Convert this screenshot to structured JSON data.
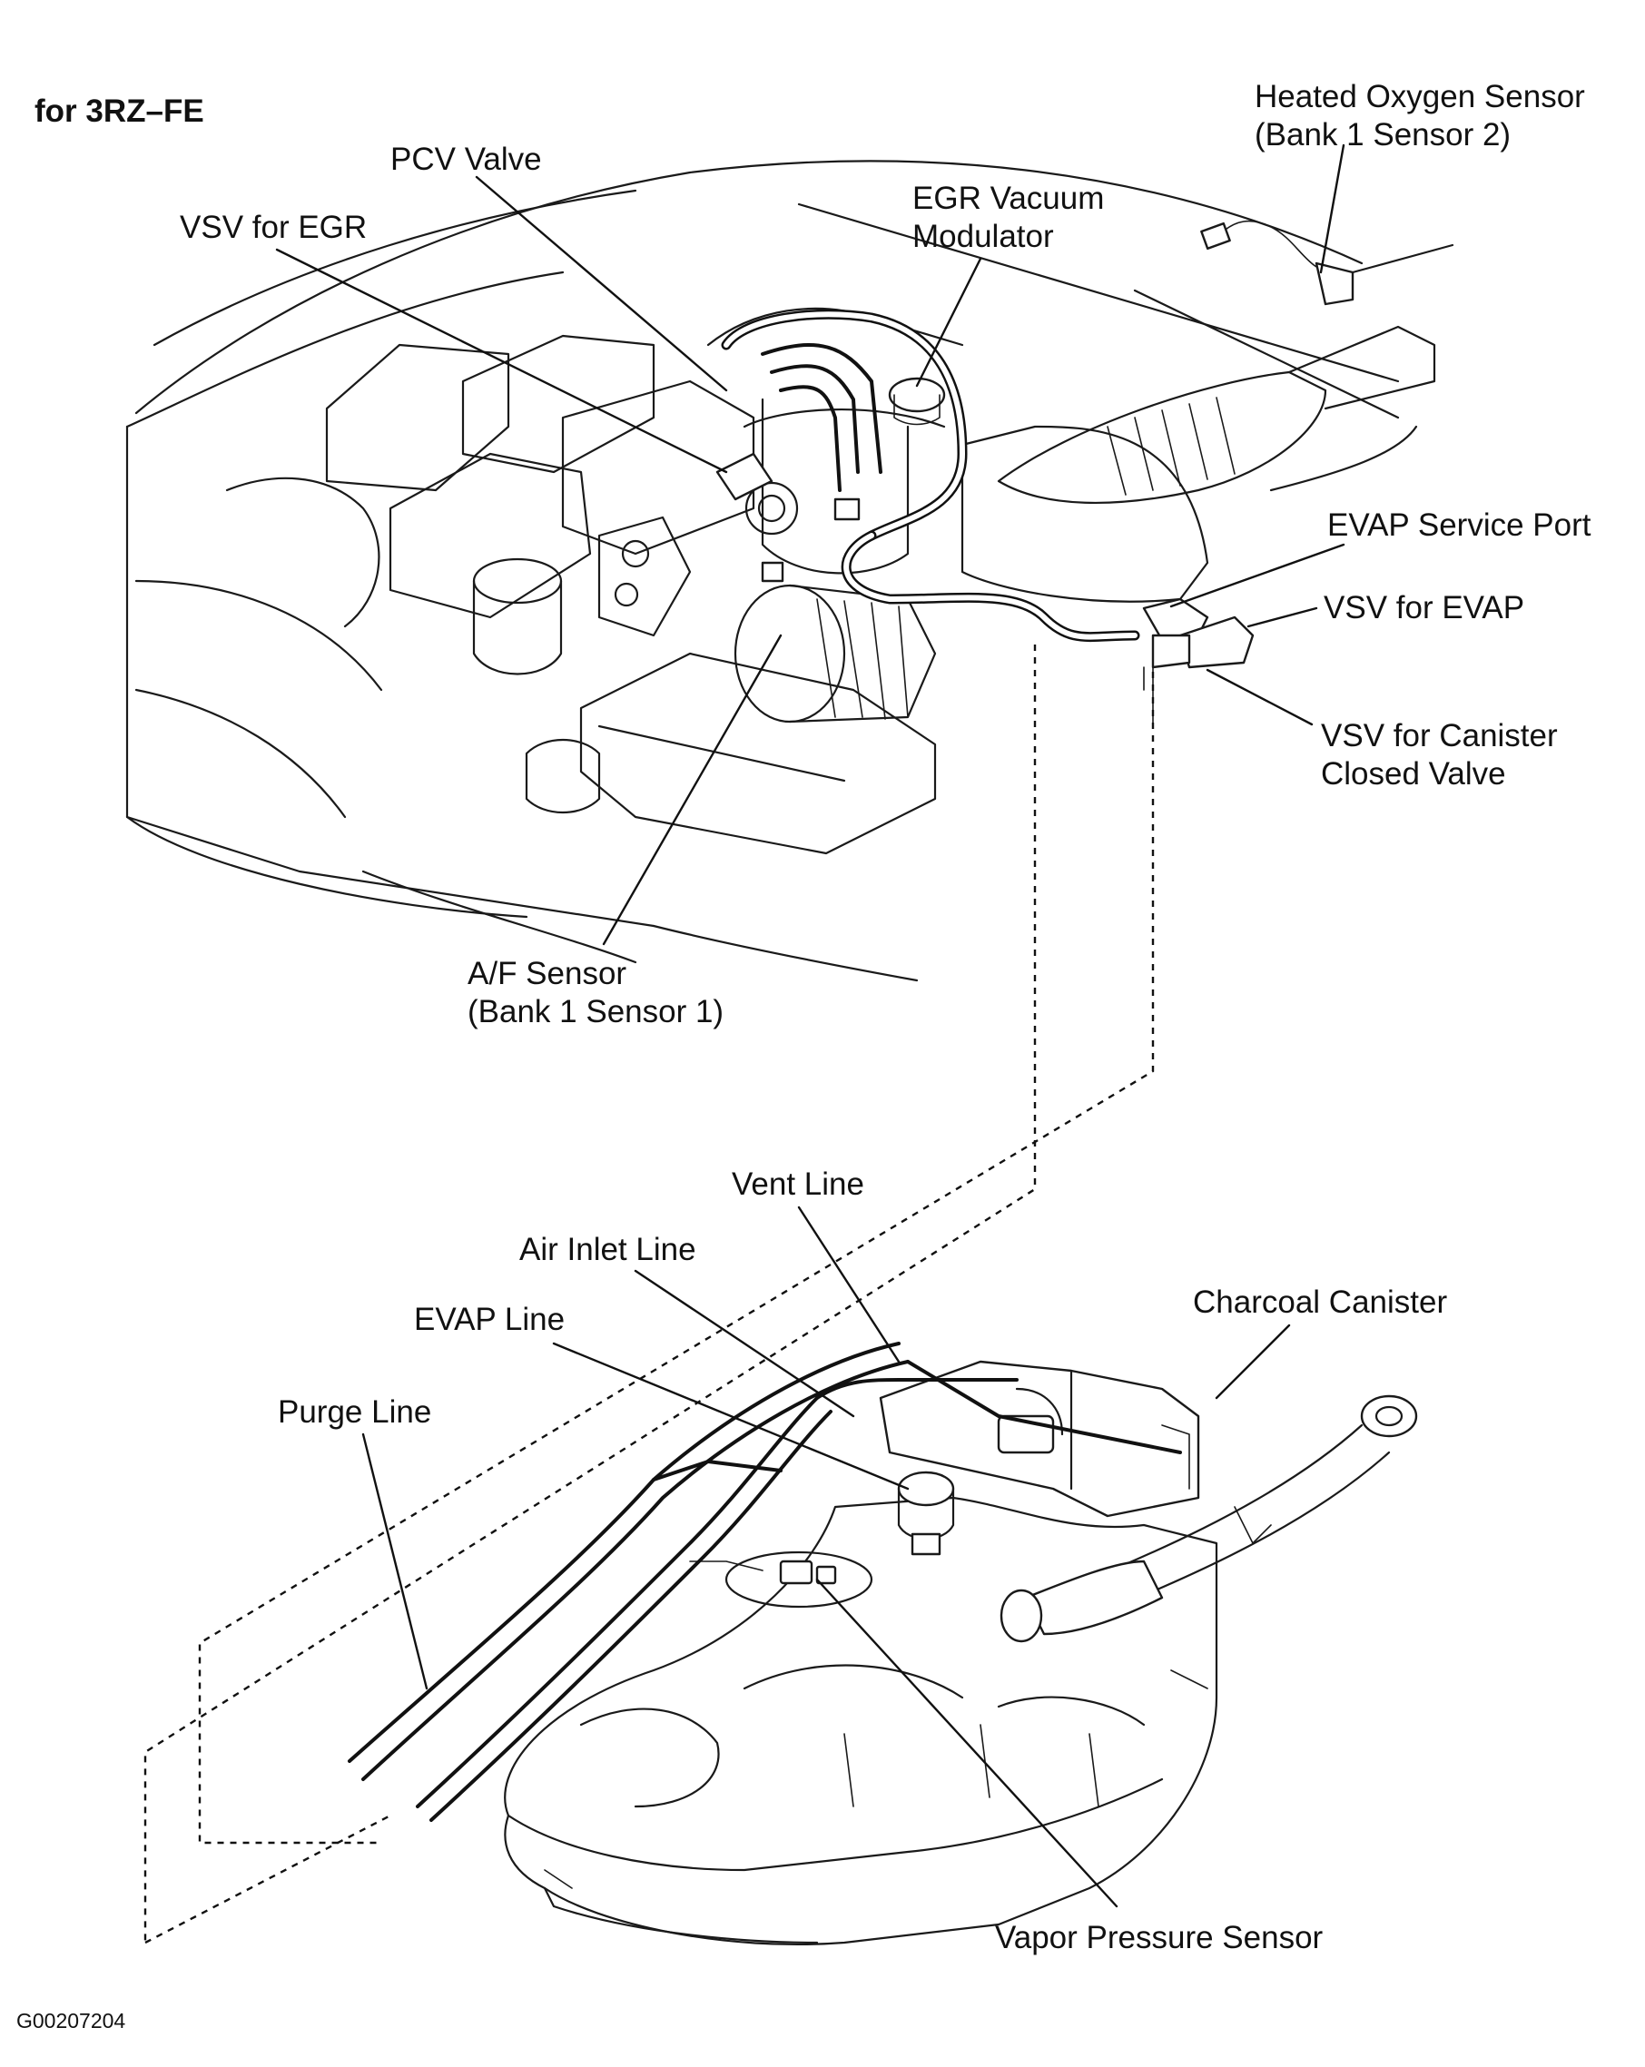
{
  "figure": {
    "title": "for 3RZ–FE",
    "code": "G00207204"
  },
  "labels": {
    "heated_oxygen_sensor": [
      "Heated Oxygen Sensor",
      "(Bank 1 Sensor 2)"
    ],
    "pcv_valve": [
      "PCV Valve"
    ],
    "egr_vacuum_modulator": [
      "EGR Vacuum",
      "Modulator"
    ],
    "vsv_for_egr": [
      "VSV for EGR"
    ],
    "evap_service_port": [
      "EVAP Service Port"
    ],
    "vsv_for_evap": [
      "VSV for EVAP"
    ],
    "vsv_for_canister_closed_valve": [
      "VSV for Canister",
      "Closed Valve"
    ],
    "af_sensor": [
      "A/F Sensor",
      "(Bank 1 Sensor 1)"
    ],
    "vent_line": [
      "Vent Line"
    ],
    "air_inlet_line": [
      "Air Inlet Line"
    ],
    "evap_line": [
      "EVAP Line"
    ],
    "charcoal_canister": [
      "Charcoal Canister"
    ],
    "purge_line": [
      "Purge Line"
    ],
    "vapor_pressure_sensor": [
      "Vapor Pressure Sensor"
    ]
  }
}
